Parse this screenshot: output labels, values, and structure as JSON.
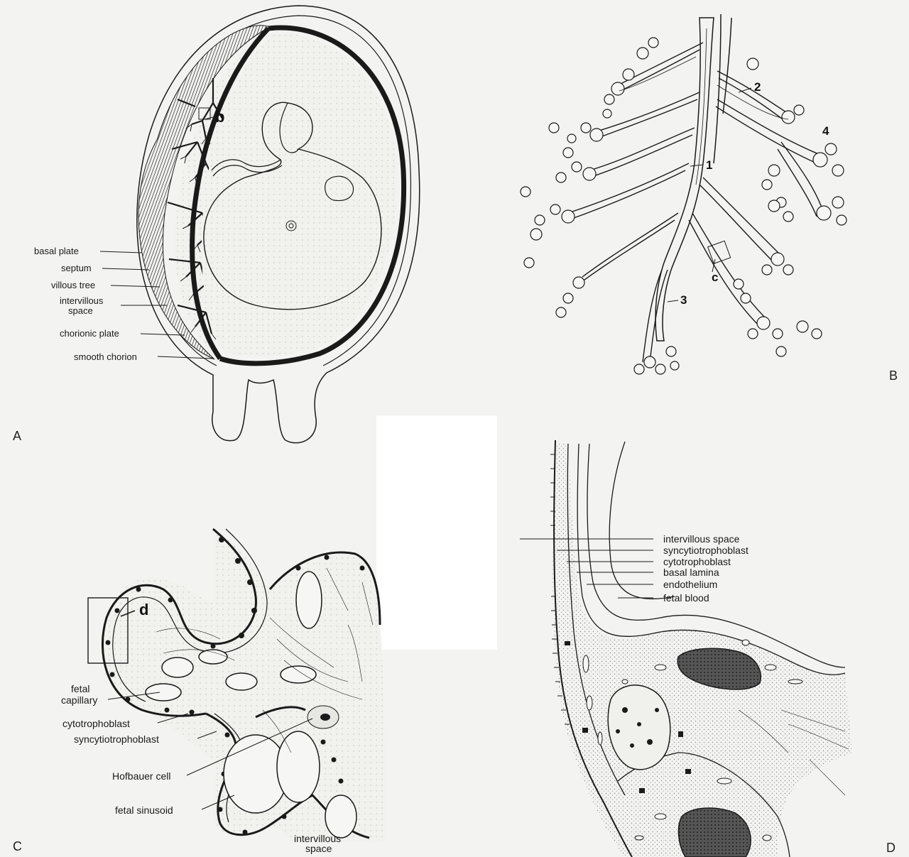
{
  "panels": {
    "A": {
      "letter": "A",
      "marker_b": "b",
      "labels": {
        "basal_plate": "basal plate",
        "septum": "septum",
        "villous_tree": "villous tree",
        "intervillous_1": "intervillous",
        "intervillous_2": "space",
        "chorionic_plate": "chorionic plate",
        "smooth_chorion": "smooth chorion"
      }
    },
    "B": {
      "letter": "B",
      "numbers": {
        "n1": "1",
        "n2": "2",
        "n3": "3",
        "n4": "4"
      },
      "marker_c": "c"
    },
    "C": {
      "letter": "C",
      "marker_d": "d",
      "labels": {
        "fetal_capillary_1": "fetal",
        "fetal_capillary_2": "capillary",
        "cytotrophoblast": "cytotrophoblast",
        "syncytiotrophoblast": "syncytiotrophoblast",
        "hofbauer_cell": "Hofbauer cell",
        "fetal_sinusoid": "fetal sinusoid",
        "intervillous_1": "intervillous",
        "intervillous_2": "space"
      }
    },
    "D": {
      "letter": "D",
      "labels": {
        "intervillous_space": "intervillous space",
        "syncytiotrophoblast": "syncytiotrophoblast",
        "cytotrophoblast": "cytotrophoblast",
        "basal_lamina": "basal lamina",
        "endothelium": "endothelium",
        "fetal_blood": "fetal blood"
      }
    }
  },
  "colors": {
    "ink": "#1a1a1a",
    "paper": "#f3f3f1",
    "stipple": "#d8d8d4"
  }
}
